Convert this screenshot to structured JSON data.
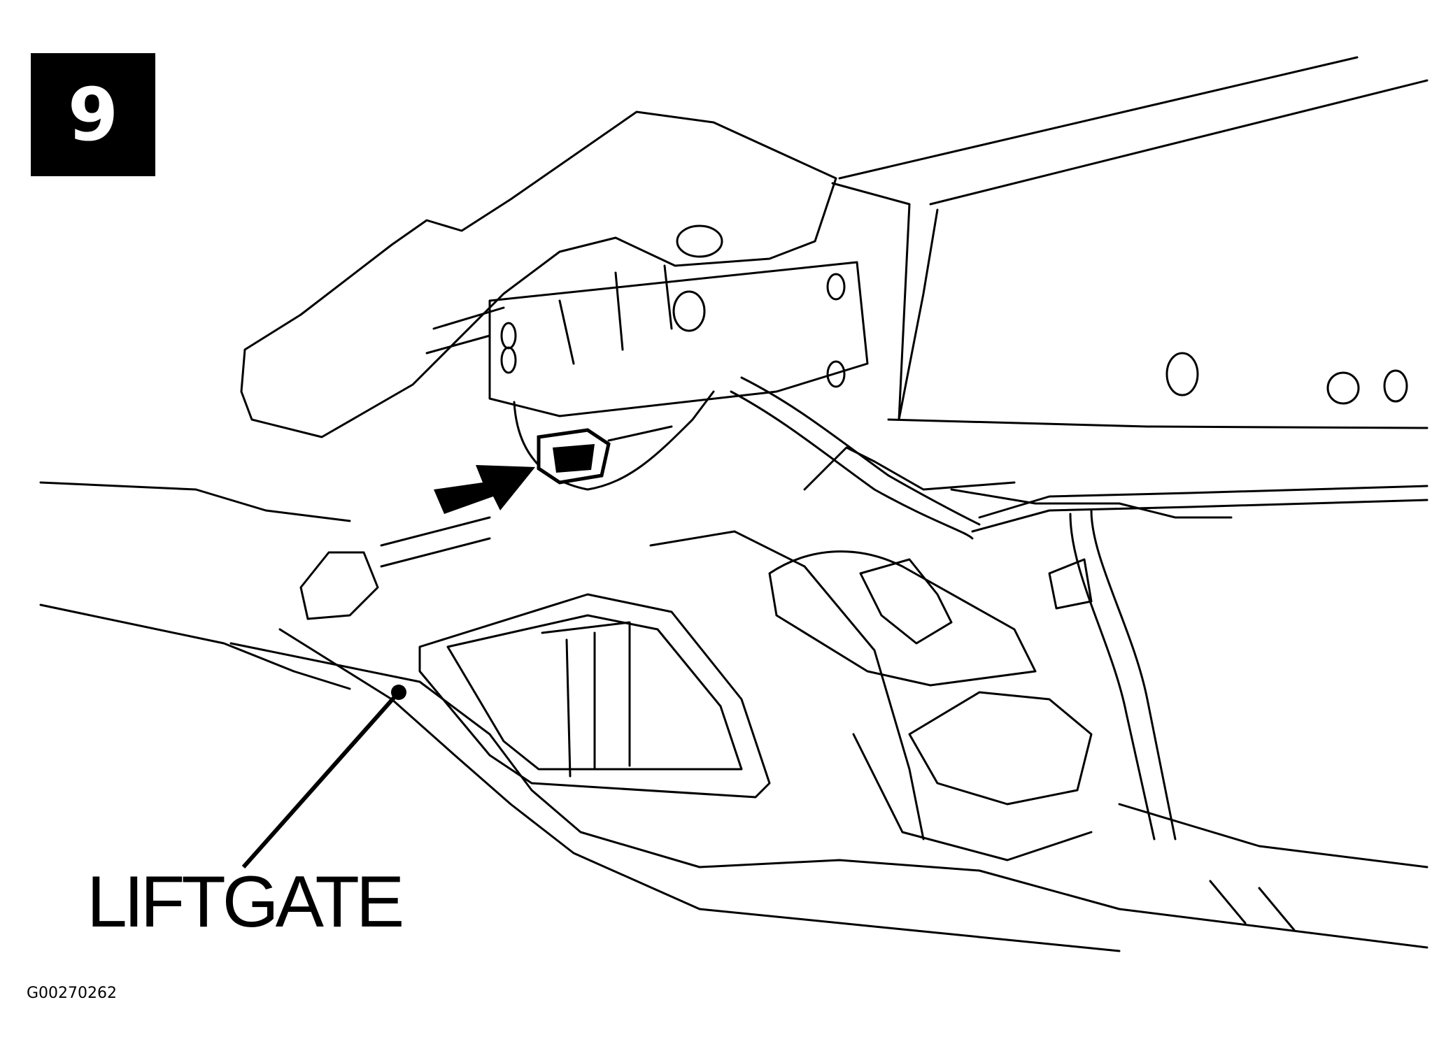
{
  "step": {
    "number": "9"
  },
  "callout": {
    "label": "LIFTGATE"
  },
  "figure": {
    "id": "G00270262"
  },
  "icons": {
    "pointer": "arrow-right-icon"
  },
  "colors": {
    "ink": "#000000",
    "paper": "#ffffff"
  }
}
